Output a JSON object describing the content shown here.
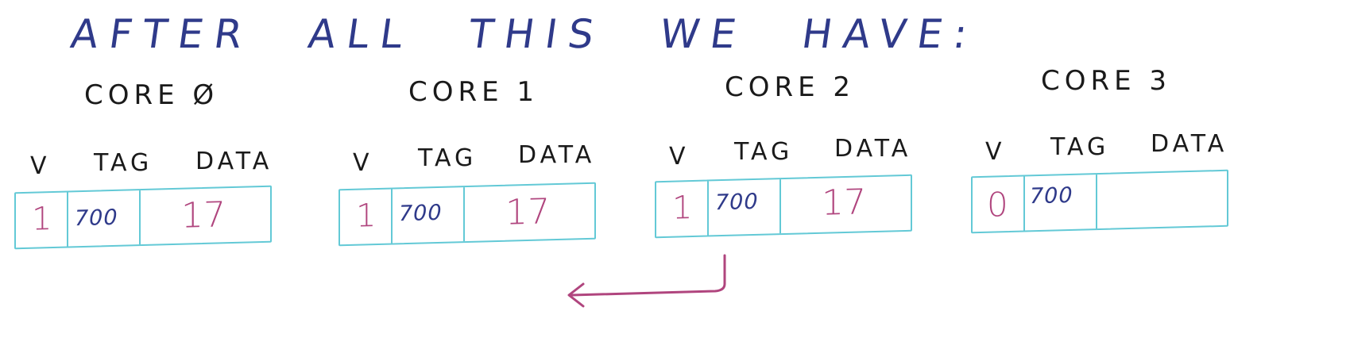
{
  "heading": "AFTER ALL THIS WE HAVE:",
  "columns": {
    "v": "V",
    "tag": "TAG",
    "data": "DATA"
  },
  "cores": [
    {
      "name": "CORE Ø",
      "v": "1",
      "tag": "700",
      "data": "17"
    },
    {
      "name": "CORE 1",
      "v": "1",
      "tag": "700",
      "data": "17"
    },
    {
      "name": "CORE 2",
      "v": "1",
      "tag": "700",
      "data": "17"
    },
    {
      "name": "CORE 3",
      "v": "0",
      "tag": "700",
      "data": ""
    }
  ],
  "colors": {
    "heading": "#2f3a8a",
    "cell_border": "#63c9d6",
    "values": "#b0457e",
    "tag_values": "#2f3a8a",
    "arrow": "#b0457e"
  }
}
